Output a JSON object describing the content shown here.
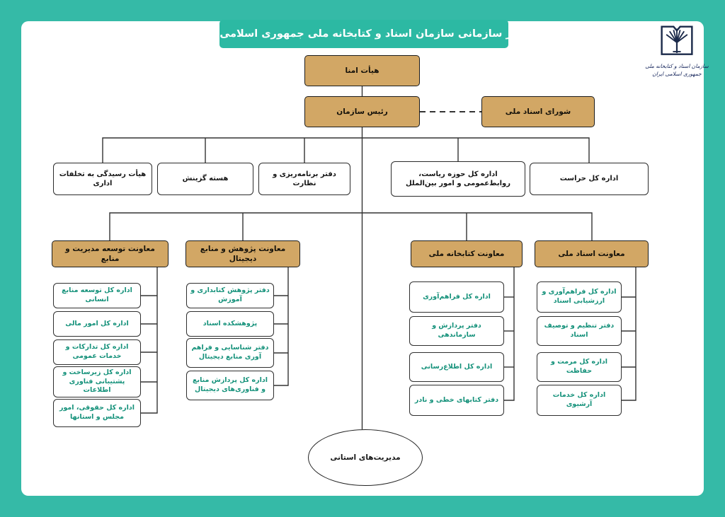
{
  "title": "نمودار سازمانی سازمان اسناد و کتابخانه ملی جمهوری اسلامی ایران",
  "logo": {
    "line1": "سازمان اسناد و کتابخانه ملی",
    "line2": "جمهوری اسلامی ایران"
  },
  "org": {
    "board": "هیأت امنا",
    "head": "رئیس سازمان",
    "council": "شورای اسناد ملی",
    "staff_offices": [
      "هیأت رسیدگی به تخلفات اداری",
      "هسته گزینش",
      "دفتر برنامه‌ریزی و نظارت",
      "اداره کل حوزه ریاست، روابط‌عمومی و امور بین‌الملل",
      "اداره کل حراست"
    ],
    "deputies": [
      {
        "label": "معاونت توسعه مدیریت و منابع",
        "offices": [
          "اداره کل توسعه منابع انسانی",
          "اداره کل امور مالی",
          "اداره کل تدارکات و خدمات عمومی",
          "اداره کل زیرساخت و پشتیبانی فناوری اطلاعات",
          "اداره کل حقوقی، امور مجلس و استانها"
        ]
      },
      {
        "label": "معاونت پژوهش و منابع دیجیتال",
        "offices": [
          "دفتر پژوهش کتابداری و آموزش",
          "پژوهشکده اسناد",
          "دفتر شناسایی و فراهم آوری منابع دیجیتال",
          "اداره کل پردازش منابع و فناوری‌های دیجیتال"
        ]
      },
      {
        "label": "معاونت کتابخانه ملی",
        "offices": [
          "اداره کل فراهم‌آوری",
          "دفتر پردازش و سازماندهی",
          "اداره کل اطلاع‌رسانی",
          "دفتر کتابهای خطی و نادر"
        ]
      },
      {
        "label": "معاونت اسناد ملی",
        "offices": [
          "اداره کل فراهم‌آوری و ارزشیابی اسناد",
          "دفتر تنظیم و توصیف اسناد",
          "اداره کل مرمت و حفاظت",
          "اداره کل خدمات آرشیوی"
        ]
      }
    ],
    "provincial": "مدیریت‌های استانی"
  },
  "colors": {
    "teal": "#2FB9A5",
    "tan": "#D2A765",
    "office_text": "#14917A"
  }
}
